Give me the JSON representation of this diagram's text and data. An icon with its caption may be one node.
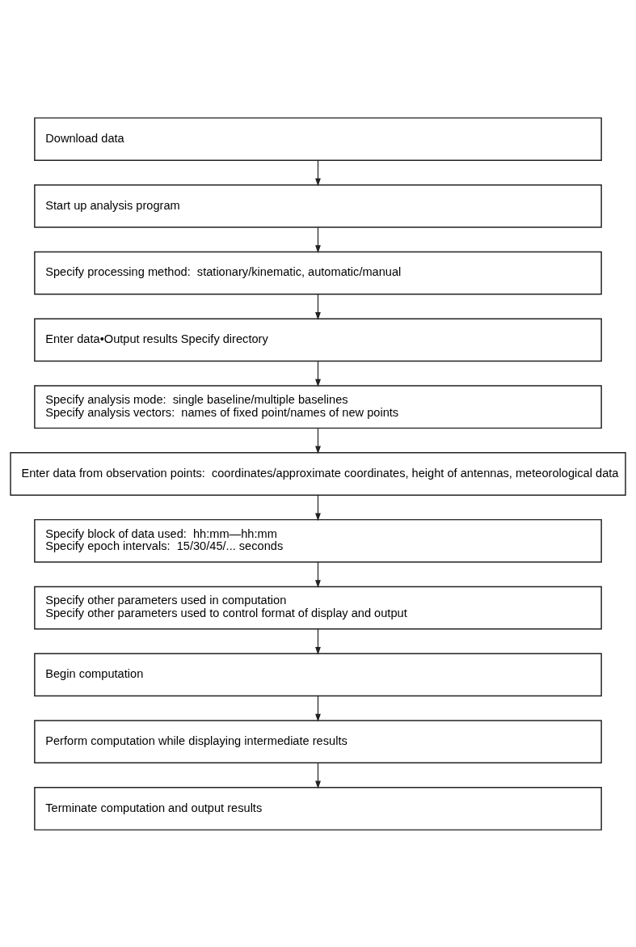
{
  "diagram": {
    "nodes": [
      {
        "text": [
          "Download data"
        ]
      },
      {
        "text": [
          "Start up analysis program"
        ]
      },
      {
        "text": [
          "Specify processing method:  stationary/kinematic, automatic/manual"
        ]
      },
      {
        "text": [
          "Enter data•Output results Specify directory"
        ]
      },
      {
        "text": [
          "Specify analysis mode:  single baseline/multiple baselines",
          "Specify analysis vectors:  names of fixed point/names of new points"
        ]
      },
      {
        "text": [
          "Enter data from observation points:  coordinates/approximate coordinates, height of antennas, meteorological data"
        ]
      },
      {
        "text": [
          "Specify block of data used:  hh:mm—hh:mm",
          "Specify epoch intervals:  15/30/45/... seconds"
        ]
      },
      {
        "text": [
          "Specify other parameters used in computation",
          "Specify other parameters used to control format of display and output"
        ]
      },
      {
        "text": [
          "Begin computation"
        ]
      },
      {
        "text": [
          "Perform computation while displaying intermediate results"
        ]
      },
      {
        "text": [
          "Terminate computation and output results"
        ]
      }
    ],
    "edges": [
      {
        "from": 0,
        "to": 1,
        "arrow": "to"
      },
      {
        "from": 1,
        "to": 2,
        "arrow": "to"
      },
      {
        "from": 2,
        "to": 3,
        "arrow": "to"
      },
      {
        "from": 3,
        "to": 4,
        "arrow": "to"
      },
      {
        "from": 4,
        "to": 5,
        "arrow": "to"
      },
      {
        "from": 5,
        "to": 6,
        "arrow": "to"
      },
      {
        "from": 6,
        "to": 7,
        "arrow": "to"
      },
      {
        "from": 7,
        "to": 8,
        "arrow": "to"
      },
      {
        "from": 8,
        "to": 9,
        "arrow": "to"
      },
      {
        "from": 9,
        "to": 10,
        "arrow": "to"
      }
    ]
  }
}
